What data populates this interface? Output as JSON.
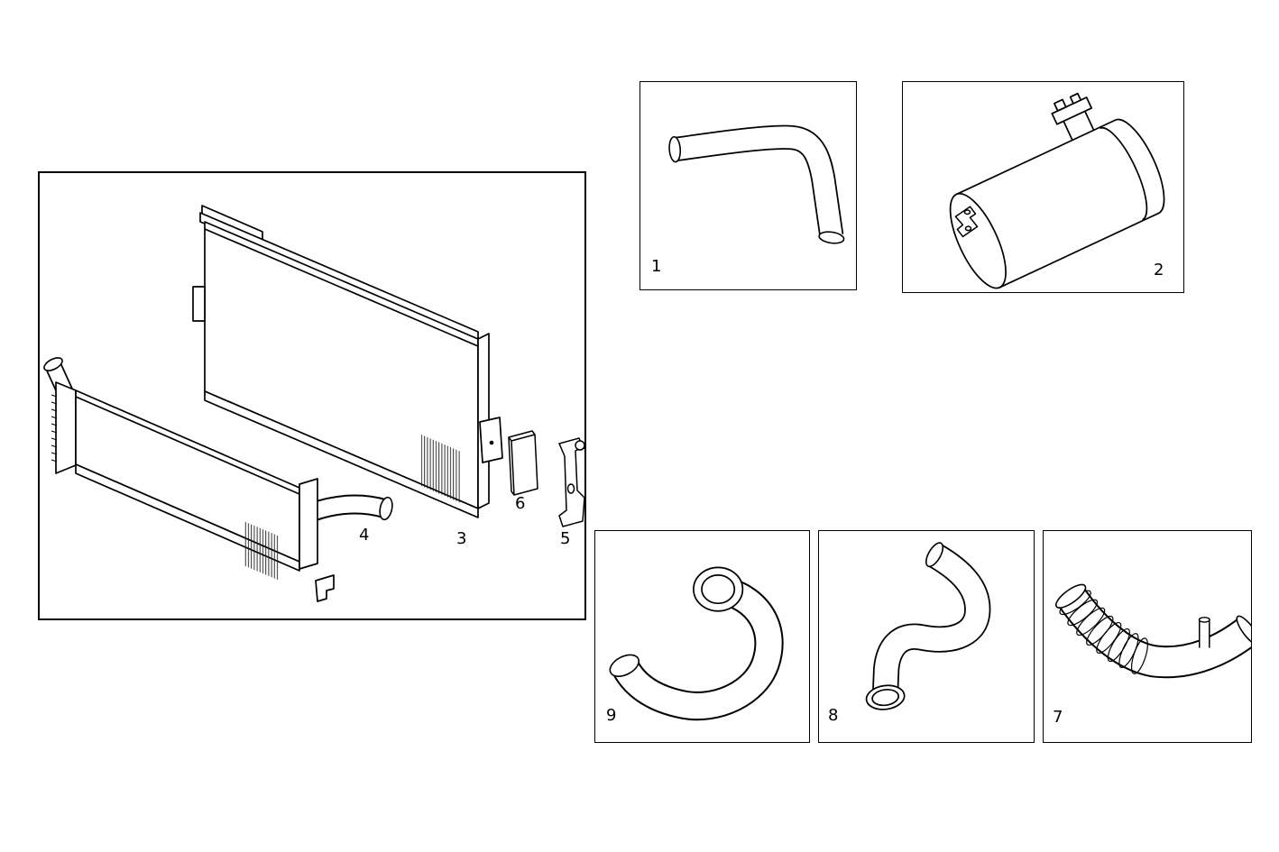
{
  "diagram": {
    "background_color": "#ffffff",
    "line_color": "#000000"
  },
  "parts": {
    "p1": {
      "number": "1",
      "icon": "bent-hose-icon"
    },
    "p2": {
      "number": "2",
      "icon": "canister-muffler-icon"
    },
    "p3": {
      "number": "3",
      "icon": "radiator-core-icon"
    },
    "p4": {
      "number": "4",
      "icon": "intercooler-with-end-pipes-icon"
    },
    "p5": {
      "number": "5",
      "icon": "mounting-bracket-with-screw-icon"
    },
    "p6": {
      "number": "6",
      "icon": "spacer-plate-icon"
    },
    "p7": {
      "number": "7",
      "icon": "corrugated-hose-icon"
    },
    "p8": {
      "number": "8",
      "icon": "s-bend-hose-icon"
    },
    "p9": {
      "number": "9",
      "icon": "curved-hose-ring-end-icon"
    }
  }
}
